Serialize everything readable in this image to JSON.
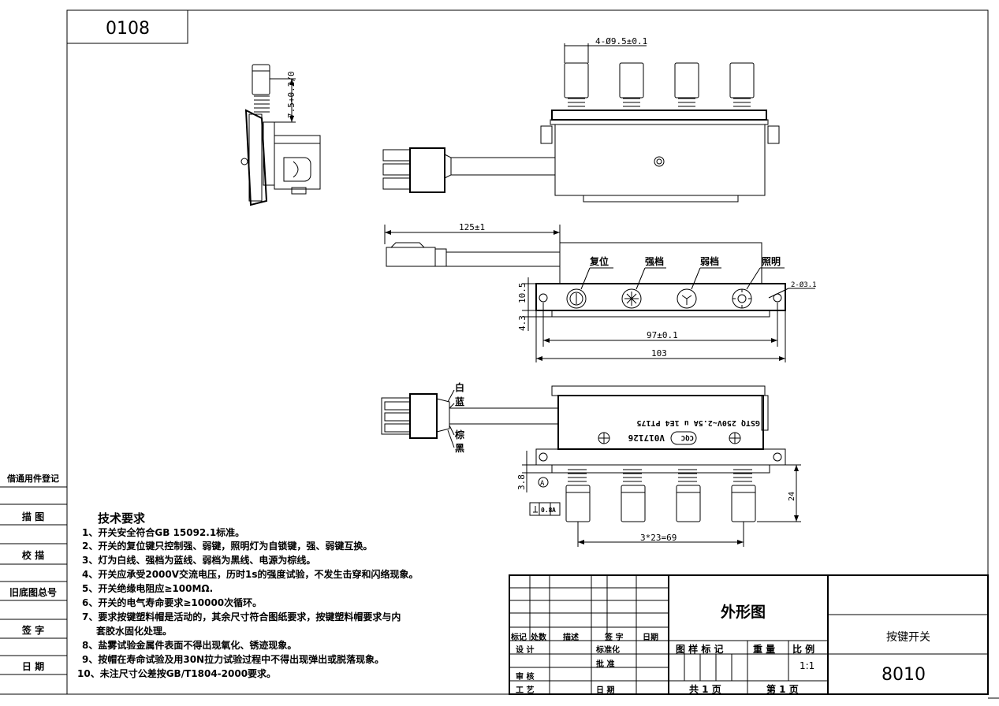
{
  "drawing_number_box": "0108",
  "labels": {
    "diameter_top": "4-Ø9.5±0.1",
    "side_height": "7.5+0.2/0",
    "dim_125": "125±1",
    "dim_10_5": "10.5",
    "dim_4_3": "4.3",
    "dim_97": "97±0.1",
    "dim_103": "103",
    "hole": "2-Ø3.1",
    "btn_reset": "复位",
    "btn_strong": "强档",
    "btn_weak": "弱档",
    "btn_light": "照明",
    "wire_white": "白",
    "wire_blue": "蓝",
    "wire_brown": "棕",
    "wire_black": "黑",
    "plate_line1": "GSTQ  250V~2.5A u 1E4  PT175",
    "plate_line2": "V017126",
    "plate_cqc": "CQC",
    "dim_3_8": "3.8",
    "datum": "A",
    "flatness": "0.8",
    "dim_24": "24",
    "dim_69": "3*23=69"
  },
  "requirements": {
    "title": "技术要求",
    "items": [
      "1、开关安全符合GB 15092.1标准。",
      "2、开关的复位键只控制强、弱键，照明灯为自锁键，强、弱键互换。",
      "3、灯为白线、强档为蓝线、弱档为黑线、电源为棕线。",
      "4、开关应承受2000V交流电压，历时1s的强度试验，不发生击穿和闪络现象。",
      "5、开关绝缘电阻应≥100MΩ.",
      "6、开关的电气寿命要求≥10000次循环。",
      "7、要求按键塑料帽是活动的，其余尺寸符合图纸要求，按键塑料帽要求与内",
      "   套胶水固化处理。",
      "8、盐雾试验金属件表面不得出现氧化、锈迹现象。",
      "9、按帽在寿命试验及用30N拉力试验过程中不得出现弹出或脱落现象。",
      "10、未注尺寸公差按GB/T1804-2000要求。"
    ]
  },
  "side_panel": [
    "借通用件登记",
    "描  图",
    "校  描",
    "旧底图总号",
    "签  字",
    "日  期"
  ],
  "title_block": {
    "title": "外形图",
    "product_name": "按键开关",
    "part_number": "8010",
    "rev_headers": [
      "标记",
      "处数",
      "描述",
      "签 字",
      "日期"
    ],
    "design": "设  计",
    "standardization": "标准化",
    "approve": "批  准",
    "review": "审  核",
    "process": "工  艺",
    "date": "日  期",
    "stage_mark": "图 样 标 记",
    "weight": "重 量",
    "scale_label": "比 例",
    "scale": "1:1",
    "total": "共 1 页",
    "sheet": "第 1 页"
  }
}
